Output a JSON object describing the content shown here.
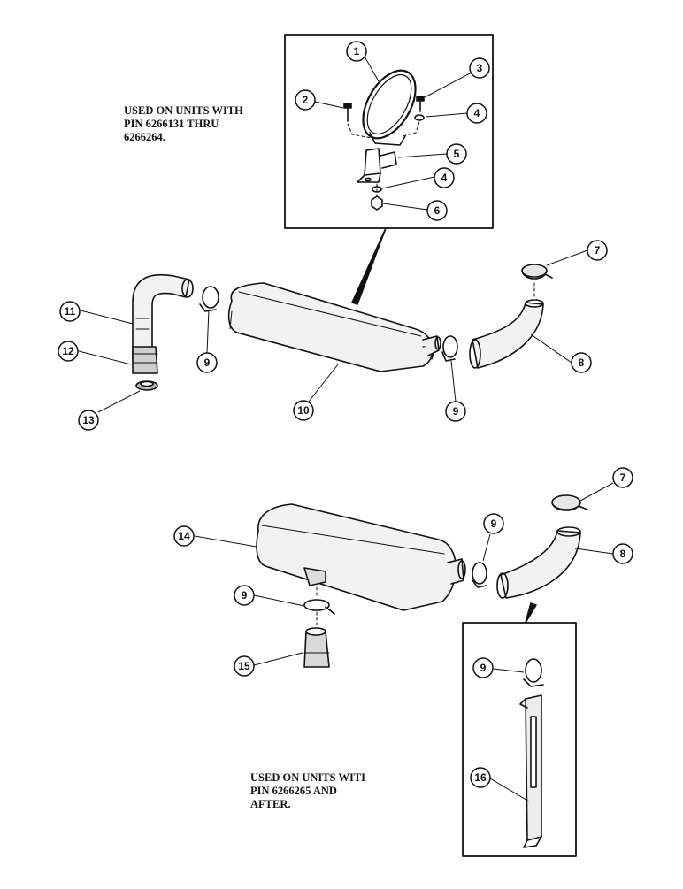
{
  "notes": {
    "top": [
      "USED ON UNITS WITH",
      "PIN 6266131 THRU",
      "6266264."
    ],
    "bottom": [
      "USED ON UNITS WITI",
      "PIN 6266265 AND",
      "AFTER."
    ]
  },
  "callouts": [
    "1",
    "2",
    "3",
    "4",
    "4",
    "5",
    "6",
    "7",
    "8",
    "9",
    "9",
    "10",
    "11",
    "12",
    "13",
    "14",
    "9",
    "15",
    "7",
    "9",
    "8",
    "9",
    "16"
  ]
}
